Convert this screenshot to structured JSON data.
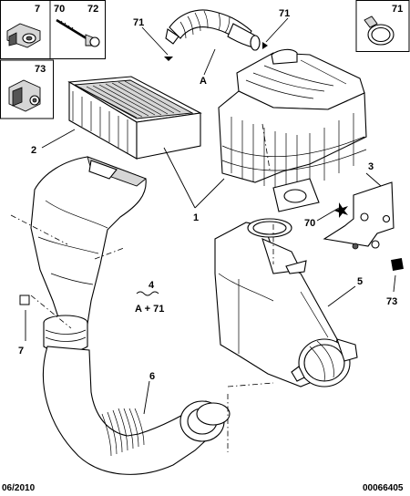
{
  "inset_top": {
    "label_a": "7",
    "label_b": "70",
    "label_c": "72"
  },
  "inset_mid": {
    "label": "73"
  },
  "inset_right": {
    "label": "71"
  },
  "callouts": {
    "c71_left": "71",
    "c71_right": "71",
    "cA": "A",
    "c2": "2",
    "c1": "1",
    "c3": "3",
    "c70": "70",
    "c5": "5",
    "c73": "73",
    "c4": "4",
    "c4_formula": "A + 71",
    "c7": "7",
    "c6": "6"
  },
  "footer": {
    "date": "06/2010",
    "reference": "00066405"
  }
}
